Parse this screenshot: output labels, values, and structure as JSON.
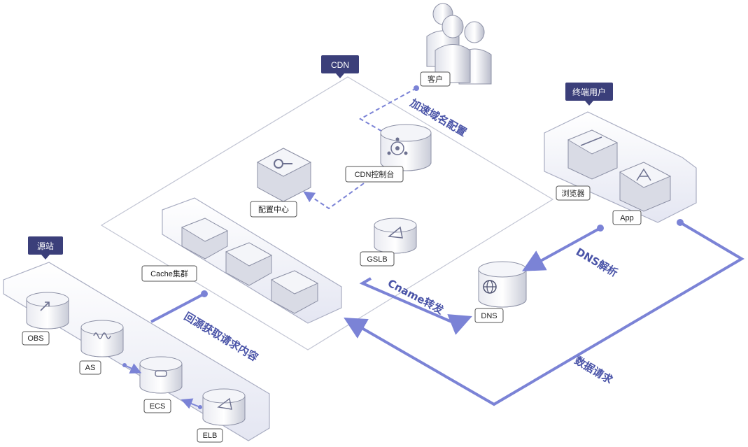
{
  "tags": {
    "cdn": "CDN",
    "end_users": "终端用户",
    "origin": "源站"
  },
  "nodes": {
    "customer": "客户",
    "cdn_console": "CDN控制台",
    "config_center": "配置中心",
    "cache_cluster": "Cache集群",
    "gslb": "GSLB",
    "dns": "DNS",
    "browser": "浏览器",
    "app": "App",
    "obs": "OBS",
    "as": "AS",
    "ecs": "ECS",
    "elb": "ELB"
  },
  "flows": {
    "domain_config": "加速域名配置",
    "dns_resolve": "DNS解析",
    "cname_forward": "Cname转发",
    "data_request": "数据请求",
    "origin_fetch": "回源获取请求内容"
  },
  "colors": {
    "tag_bg": "#3b3f7a",
    "flow": "#7b83d6",
    "flow_text": "#4a54a8",
    "panel_line": "#b9bccf",
    "device_top": "#f4f5f9",
    "device_side": "#d9dbe5"
  }
}
